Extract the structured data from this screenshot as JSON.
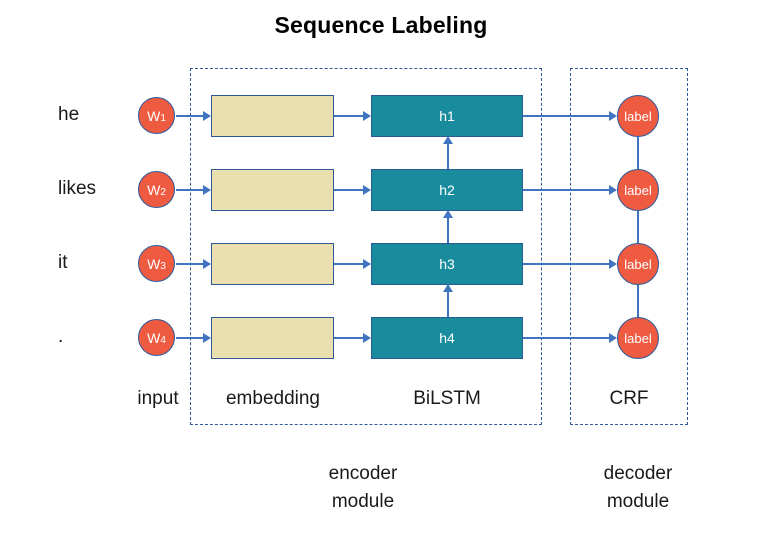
{
  "title": "Sequence Labeling",
  "tokens": [
    {
      "word": "he",
      "circle_prefix": "W",
      "circle_index": "1"
    },
    {
      "word": "likes",
      "circle_prefix": "W",
      "circle_index": "2"
    },
    {
      "word": "it",
      "circle_prefix": "W",
      "circle_index": "3"
    },
    {
      "word": ".",
      "circle_prefix": "W",
      "circle_index": "4"
    }
  ],
  "hidden_states": [
    "h1",
    "h2",
    "h3",
    "h4"
  ],
  "output_labels": [
    "label",
    "label",
    "label",
    "label"
  ],
  "stage_captions": {
    "input": "input",
    "embedding": "embedding",
    "bilstm": "BiLSTM",
    "crf": "CRF"
  },
  "module_captions": {
    "encoder_line1": "encoder",
    "encoder_line2": "module",
    "decoder_line1": "decoder",
    "decoder_line2": "module"
  },
  "colors": {
    "token_circle": "#EE5B41",
    "label_circle": "#EE5B41",
    "embedding_box": "#EADFAF",
    "lstm_box": "#188C9D",
    "shape_border": "#2E5A9C",
    "connector": "#3F74C0",
    "module_frame": "#2E5A9C",
    "text": "#1a1a1a",
    "background": "#ffffff"
  }
}
